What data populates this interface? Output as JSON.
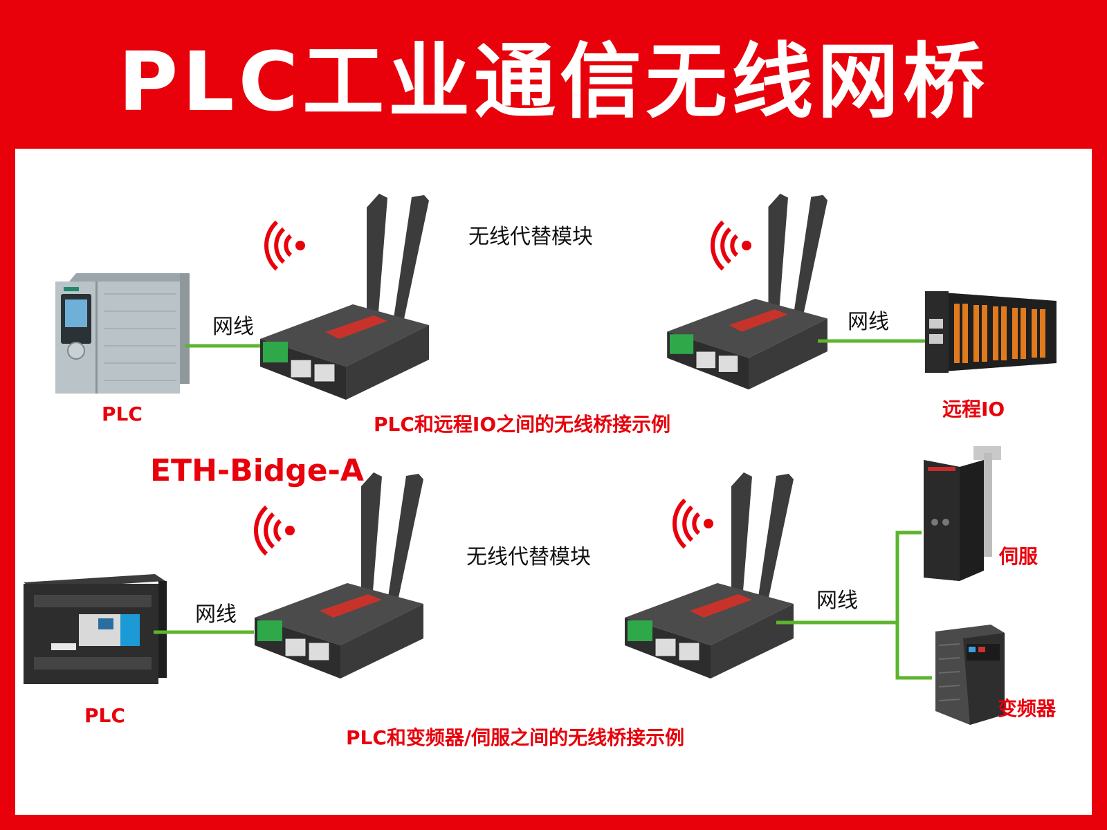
{
  "header": {
    "title": "PLC工业通信无线网桥"
  },
  "model_name": "ETH-Bidge-A",
  "top_section": {
    "wireless_label": "无线代替模块",
    "left_cable_label": "网线",
    "right_cable_label": "网线",
    "left_device_label": "PLC",
    "right_device_label": "远程IO",
    "caption": "PLC和远程IO之间的无线桥接示例"
  },
  "bottom_section": {
    "wireless_label": "无线代替模块",
    "left_cable_label": "网线",
    "right_cable_label": "网线",
    "left_device_label": "PLC",
    "right_device_labels": [
      "伺服",
      "变频器"
    ],
    "caption": "PLC和变频器/伺服之间的无线桥接示例"
  },
  "colors": {
    "brand_red": "#e8000b",
    "cable_green": "#5db52d",
    "device_dark": "#3a3a3a"
  },
  "icons": [
    "wifi-signal-icon",
    "wireless-bridge-router",
    "plc-device",
    "remote-io-device",
    "servo-drive",
    "frequency-inverter"
  ]
}
